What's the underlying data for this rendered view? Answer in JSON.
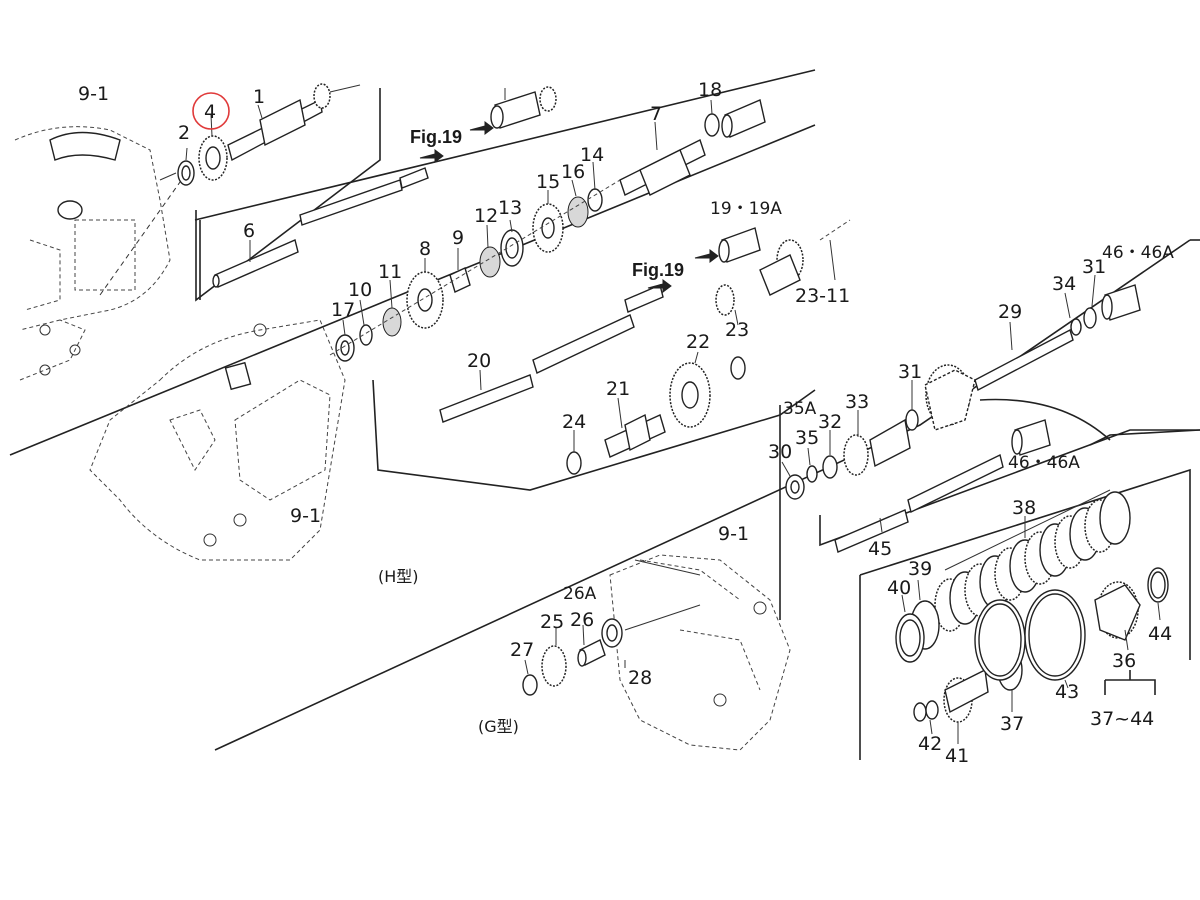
{
  "labels": {
    "p9_1_top": "9-1",
    "p1": "1",
    "p2": "2",
    "p4": "4",
    "p6": "6",
    "p7": "7",
    "p8": "8",
    "p9": "9",
    "p10": "10",
    "p11": "11",
    "p12": "12",
    "p13": "13",
    "p14": "14",
    "p15": "15",
    "p16": "16",
    "p17": "17",
    "p18": "18",
    "p19_19a": "19・19A",
    "p20": "20",
    "p21": "21",
    "p22": "22",
    "p23": "23",
    "p23_11": "23-11",
    "p24": "24",
    "p25": "25",
    "p26": "26",
    "p26a": "26A",
    "p27": "27",
    "p28": "28",
    "p29": "29",
    "p30": "30",
    "p31a": "31",
    "p31b": "31",
    "p32": "32",
    "p33": "33",
    "p34": "34",
    "p35": "35",
    "p35a": "35A",
    "p36": "36",
    "p37": "37",
    "p37_44": "37~44",
    "p38": "38",
    "p39": "39",
    "p40": "40",
    "p41": "41",
    "p42": "42",
    "p43": "43",
    "p44": "44",
    "p45": "45",
    "p46_46a_top": "46・46A",
    "p46_46a_mid": "46・46A",
    "p9_1_mid": "9-1",
    "p9_1_right": "9-1",
    "fig19_a": "Fig.19",
    "fig19_b": "Fig.19"
  },
  "captions": {
    "h_type": "(H型)",
    "g_type": "(G型)"
  },
  "highlight": {
    "label": "4",
    "color": "#e03a3a"
  }
}
